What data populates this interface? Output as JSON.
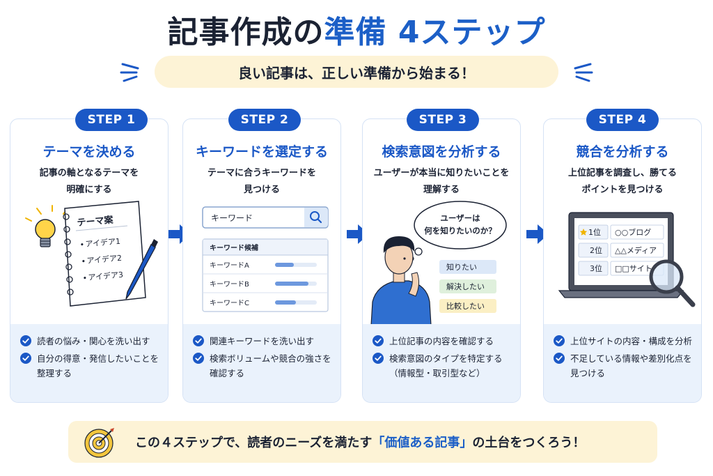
{
  "title": {
    "main": "記事作成の",
    "accent": "準備 4ステップ"
  },
  "subtitle": "良い記事は、正しい準備から始まる！",
  "steps": [
    {
      "badge": "STEP 1",
      "title": "テーマを決める",
      "desc": [
        "記事の軸となるテーマを",
        "明確にする"
      ],
      "checks": [
        "読者の悩み・関心を洗い出す",
        "自分の得意・発信したいことを",
        "整理する"
      ],
      "illus": {
        "notebook_title": "テーマ案",
        "ideas": [
          "アイデア1",
          "アイデア2",
          "アイデア3"
        ]
      }
    },
    {
      "badge": "STEP 2",
      "title": "キーワードを選定する",
      "desc": [
        "テーマに合うキーワードを",
        "見つける"
      ],
      "checks": [
        "関連キーワードを洗い出す",
        "検索ボリュームや競合の強さを",
        "確認する"
      ],
      "illus": {
        "search_placeholder": "キーワード",
        "table_header": "キーワード候補",
        "rows": [
          {
            "label": "キーワードA",
            "level": 0.45
          },
          {
            "label": "キーワードB",
            "level": 0.8
          },
          {
            "label": "キーワードC",
            "level": 0.5
          }
        ]
      }
    },
    {
      "badge": "STEP 3",
      "title": "検索意図を分析する",
      "desc": [
        "ユーザーが本当に知りたいことを",
        "理解する"
      ],
      "checks": [
        "上位記事の内容を確認する",
        "検索意図のタイプを特定する",
        "（情報型・取引型など）"
      ],
      "illus": {
        "bubble": [
          "ユーザーは",
          "何を知りたいのか？"
        ],
        "tags": [
          "知りたい",
          "解決したい",
          "比較したい"
        ]
      }
    },
    {
      "badge": "STEP 4",
      "title": "競合を分析する",
      "desc": [
        "上位記事を調査し、勝てる",
        "ポイントを見つける"
      ],
      "checks": [
        "上位サイトの内容・構成を分析",
        "不足している情報や差別化点を",
        "見つける"
      ],
      "illus": {
        "ranks": [
          {
            "rank": "1位",
            "site": "○○ブログ"
          },
          {
            "rank": "2位",
            "site": "△△メディア"
          },
          {
            "rank": "3位",
            "site": "□□サイト"
          }
        ]
      }
    }
  ],
  "footer": {
    "pre": "この４ステップで、読者のニーズを満たす",
    "highlight": "「価値ある記事」",
    "post": "の土台をつくろう！"
  },
  "colors": {
    "primary": "#1b58c6",
    "accent_bg": "#fdf3d6",
    "card_bottom": "#eaf2fc",
    "check": "#1b58c6"
  }
}
